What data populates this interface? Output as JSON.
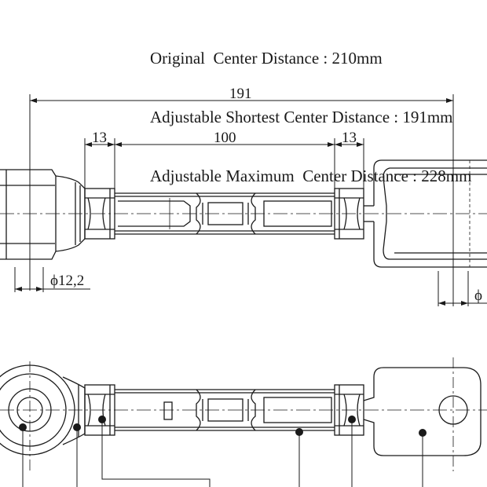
{
  "specs": {
    "original": "Original  Center Distance : 210mm",
    "shortest": "Adjustable Shortest Center Distance : 191mm",
    "maximum": "Adjustable Maximum  Center Distance : 228mm"
  },
  "dimensions": {
    "overall": "191",
    "left_nut": "13",
    "center": "100",
    "right_nut": "13",
    "bushing_dia": "ϕ12,2",
    "right_dia": "ϕ"
  }
}
